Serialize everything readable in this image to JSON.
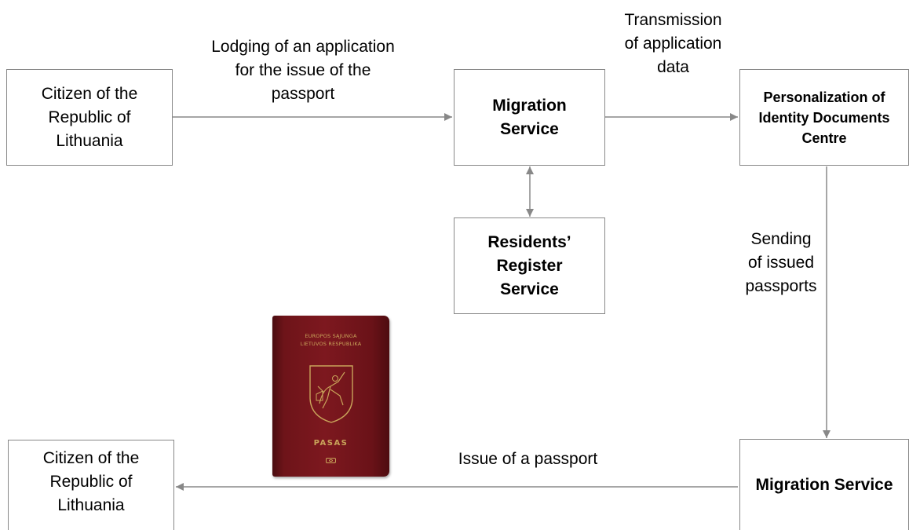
{
  "nodes": {
    "citizen_top": [
      "Citizen of the",
      "Republic of",
      "Lithuania"
    ],
    "migration_top": [
      "Migration",
      "Service"
    ],
    "personalization": [
      "Personalization of",
      "Identity Documents",
      "Centre"
    ],
    "residents": [
      "Residents’",
      "Register",
      "Service"
    ],
    "migration_bottom": [
      "Migration Service"
    ],
    "citizen_bottom": [
      "Citizen of the",
      "Republic of",
      "Lithuania"
    ]
  },
  "edges": {
    "lodging": [
      "Lodging of an application",
      "for the issue of the",
      "passport"
    ],
    "transmission": [
      "Transmission",
      "of application",
      "data"
    ],
    "sending": [
      "Sending",
      "of issued",
      "passports"
    ],
    "issue": [
      "Issue of a passport"
    ]
  },
  "passport": {
    "line1": "EUROPOS SĄJUNGA",
    "line2": "LIETUVOS RESPUBLIKA",
    "word": "PASAS"
  },
  "colors": {
    "line": "#888888",
    "passport_cover": "#7d181f",
    "passport_gold": "#c9a45a"
  }
}
